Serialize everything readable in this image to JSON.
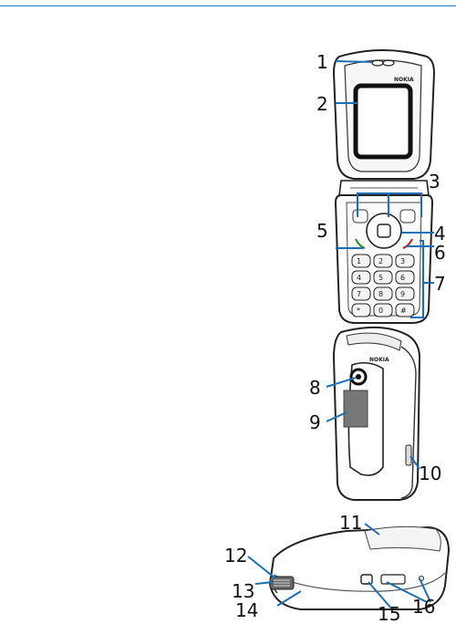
{
  "colors": {
    "accent_line": "#2a7fc1",
    "callout": "#1a6fb8",
    "outline": "#222222",
    "keypad": "#f4f4f4"
  },
  "phone_front": {
    "brand_text": "NOKIA"
  },
  "phone_back": {
    "brand_text": "NOKIA"
  },
  "callouts": [
    {
      "id": "1",
      "label": "1"
    },
    {
      "id": "2",
      "label": "2"
    },
    {
      "id": "3",
      "label": "3"
    },
    {
      "id": "4",
      "label": "4"
    },
    {
      "id": "5",
      "label": "5"
    },
    {
      "id": "6",
      "label": "6"
    },
    {
      "id": "7",
      "label": "7"
    },
    {
      "id": "8",
      "label": "8"
    },
    {
      "id": "9",
      "label": "9"
    },
    {
      "id": "10",
      "label": "10"
    },
    {
      "id": "11",
      "label": "11"
    },
    {
      "id": "12",
      "label": "12"
    },
    {
      "id": "13",
      "label": "13"
    },
    {
      "id": "14",
      "label": "14"
    },
    {
      "id": "15",
      "label": "15"
    },
    {
      "id": "16",
      "label": "16"
    }
  ],
  "keypad": {
    "keys": [
      "1",
      "2",
      "3",
      "4",
      "5",
      "6",
      "7",
      "8",
      "9",
      "*",
      "0",
      "#"
    ]
  }
}
